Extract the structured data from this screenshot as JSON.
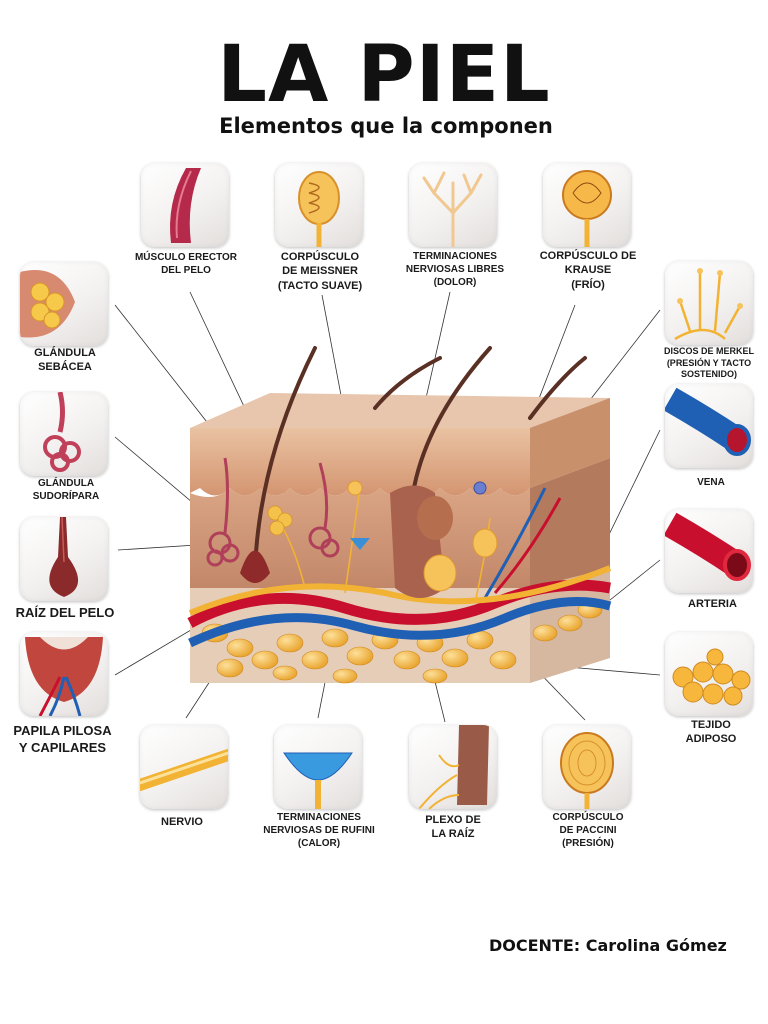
{
  "title": "LA PIEL",
  "subtitle": "Elementos que la componen",
  "footer": "DOCENTE: Carolina Gómez",
  "labels": {
    "musculo_erector": "MÚSCULO ERECTOR\nDEL PELO",
    "meissner": "CORPÚSCULO\nDE MEISSNER\n(TACTO SUAVE)",
    "terminaciones_libres": "TERMINACIONES\nNERVIOSAS LIBRES\n(DOLOR)",
    "krause": "CORPÚSCULO DE\nKRAUSE\n(FRÍO)",
    "sebacea": "GLÁNDULA\nSEBÁCEA",
    "merkel": "DISCOS DE MERKEL\n(PRESIÓN Y TACTO\nSOSTENIDO)",
    "sudoripara": "GLÁNDULA\nSUDORÍPARA",
    "vena": "VENA",
    "raiz_pelo": "RAÍZ DEL PELO",
    "arteria": "ARTERIA",
    "papila": "PAPILA PILOSA\nY CAPILARES",
    "tejido_adiposo": "TEJIDO\nADIPOSO",
    "nervio": "NERVIO",
    "ruffini": "TERMINACIONES\nNERVIOSAS DE RUFINI\n(CALOR)",
    "plexo": "PLEXO DE\nLA RAÍZ",
    "paccini": "CORPÚSCULO\nDE PACCINI\n(PRESIÓN)"
  },
  "colors": {
    "epidermis": "#d9a27e",
    "dermis": "#c98a6a",
    "artery": "#c8102e",
    "vein": "#1f5fb4",
    "nerve": "#f2b233",
    "fat": "#f6b73c",
    "hair": "#5a2f24"
  },
  "icons": {
    "musculo_erector": "muscle-icon",
    "meissner": "meissner-corpuscle-icon",
    "terminaciones_libres": "free-nerve-endings-icon",
    "krause": "krause-corpuscle-icon",
    "sebacea": "sebaceous-gland-icon",
    "merkel": "merkel-discs-icon",
    "sudoripara": "sweat-gland-icon",
    "vena": "vein-icon",
    "raiz_pelo": "hair-root-icon",
    "arteria": "artery-icon",
    "papila": "hair-papilla-icon",
    "tejido_adiposo": "adipose-tissue-icon",
    "nervio": "nerve-icon",
    "ruffini": "ruffini-endings-icon",
    "plexo": "root-plexus-icon",
    "paccini": "pacinian-corpuscle-icon"
  }
}
